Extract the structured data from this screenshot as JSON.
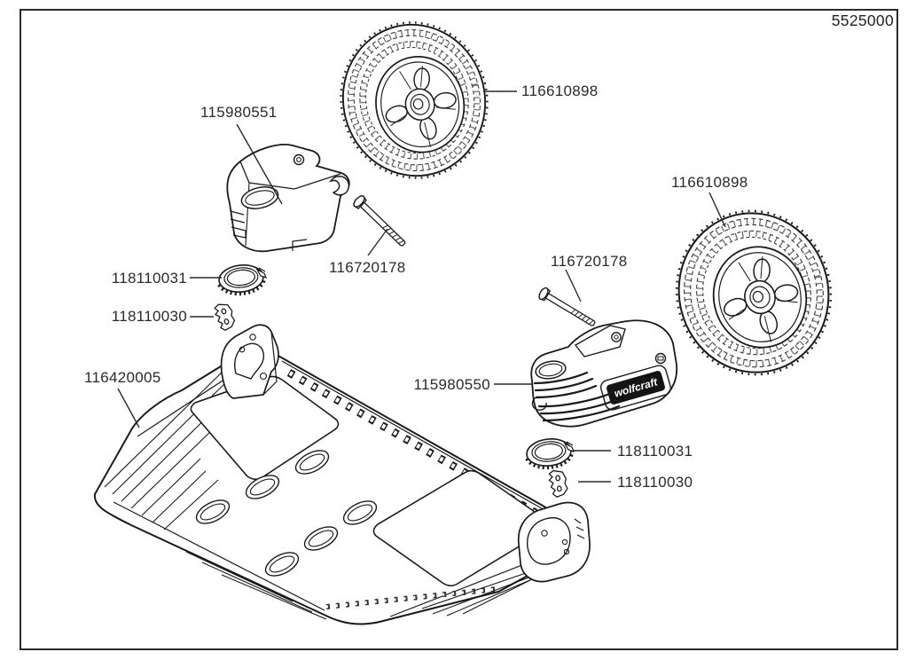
{
  "page": {
    "doc_number": "5525000"
  },
  "brand": {
    "logo_text": "wolfcraft"
  },
  "callouts": {
    "wheel_top": {
      "text": "116610898"
    },
    "bracket_left": {
      "text": "115980551"
    },
    "bolt_left": {
      "text": "116720178"
    },
    "cap_ring_left": {
      "text": "118110031"
    },
    "lock_clip_left": {
      "text": "118110030"
    },
    "base_plate": {
      "text": "116420005"
    },
    "wheel_right": {
      "text": "116610898"
    },
    "bolt_right": {
      "text": "116720178"
    },
    "bracket_right": {
      "text": "115980550"
    },
    "cap_ring_right": {
      "text": "118110031"
    },
    "lock_clip_right": {
      "text": "118110030"
    }
  }
}
